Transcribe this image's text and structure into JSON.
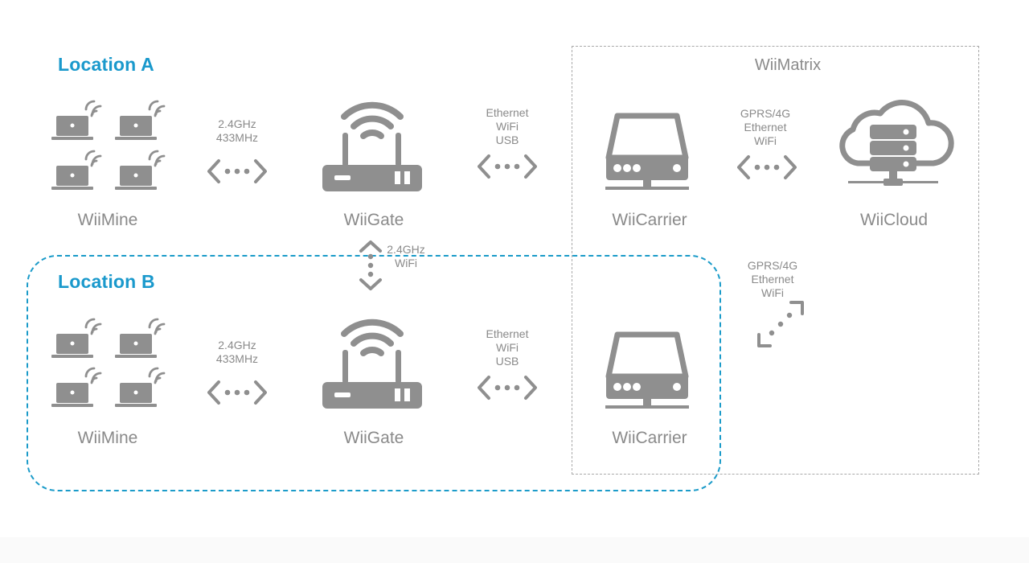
{
  "locations": {
    "a": {
      "title": "Location A"
    },
    "b": {
      "title": "Location B"
    }
  },
  "matrix": {
    "title": "WiiMatrix"
  },
  "nodes": {
    "a_mine": "WiiMine",
    "a_gate": "WiiGate",
    "a_carrier": "WiiCarrier",
    "cloud": "WiiCloud",
    "b_mine": "WiiMine",
    "b_gate": "WiiGate",
    "b_carrier": "WiiCarrier"
  },
  "links": {
    "a_mine_gate": [
      "2.4GHz",
      "433MHz"
    ],
    "a_gate_carrier": [
      "Ethernet",
      "WiFi",
      "USB"
    ],
    "carrier_cloud": [
      "GPRS/4G",
      "Ethernet",
      "WiFi"
    ],
    "gate_gate": [
      "2.4GHz",
      "WiFi"
    ],
    "b_carrier_cloud": [
      "GPRS/4G",
      "Ethernet",
      "WiFi"
    ],
    "b_mine_gate": [
      "2.4GHz",
      "433MHz"
    ],
    "b_gate_carrier": [
      "Ethernet",
      "WiFi",
      "USB"
    ]
  },
  "colors": {
    "accent": "#1a99cc",
    "icon_gray": "#8f8f8f",
    "text_gray": "#8a8a8a",
    "dash_gray": "#a9a9a9"
  },
  "icons": [
    "laptop-wifi-icon",
    "router-icon",
    "carrier-device-icon",
    "cloud-server-icon",
    "bidirectional-arrow-icon"
  ]
}
